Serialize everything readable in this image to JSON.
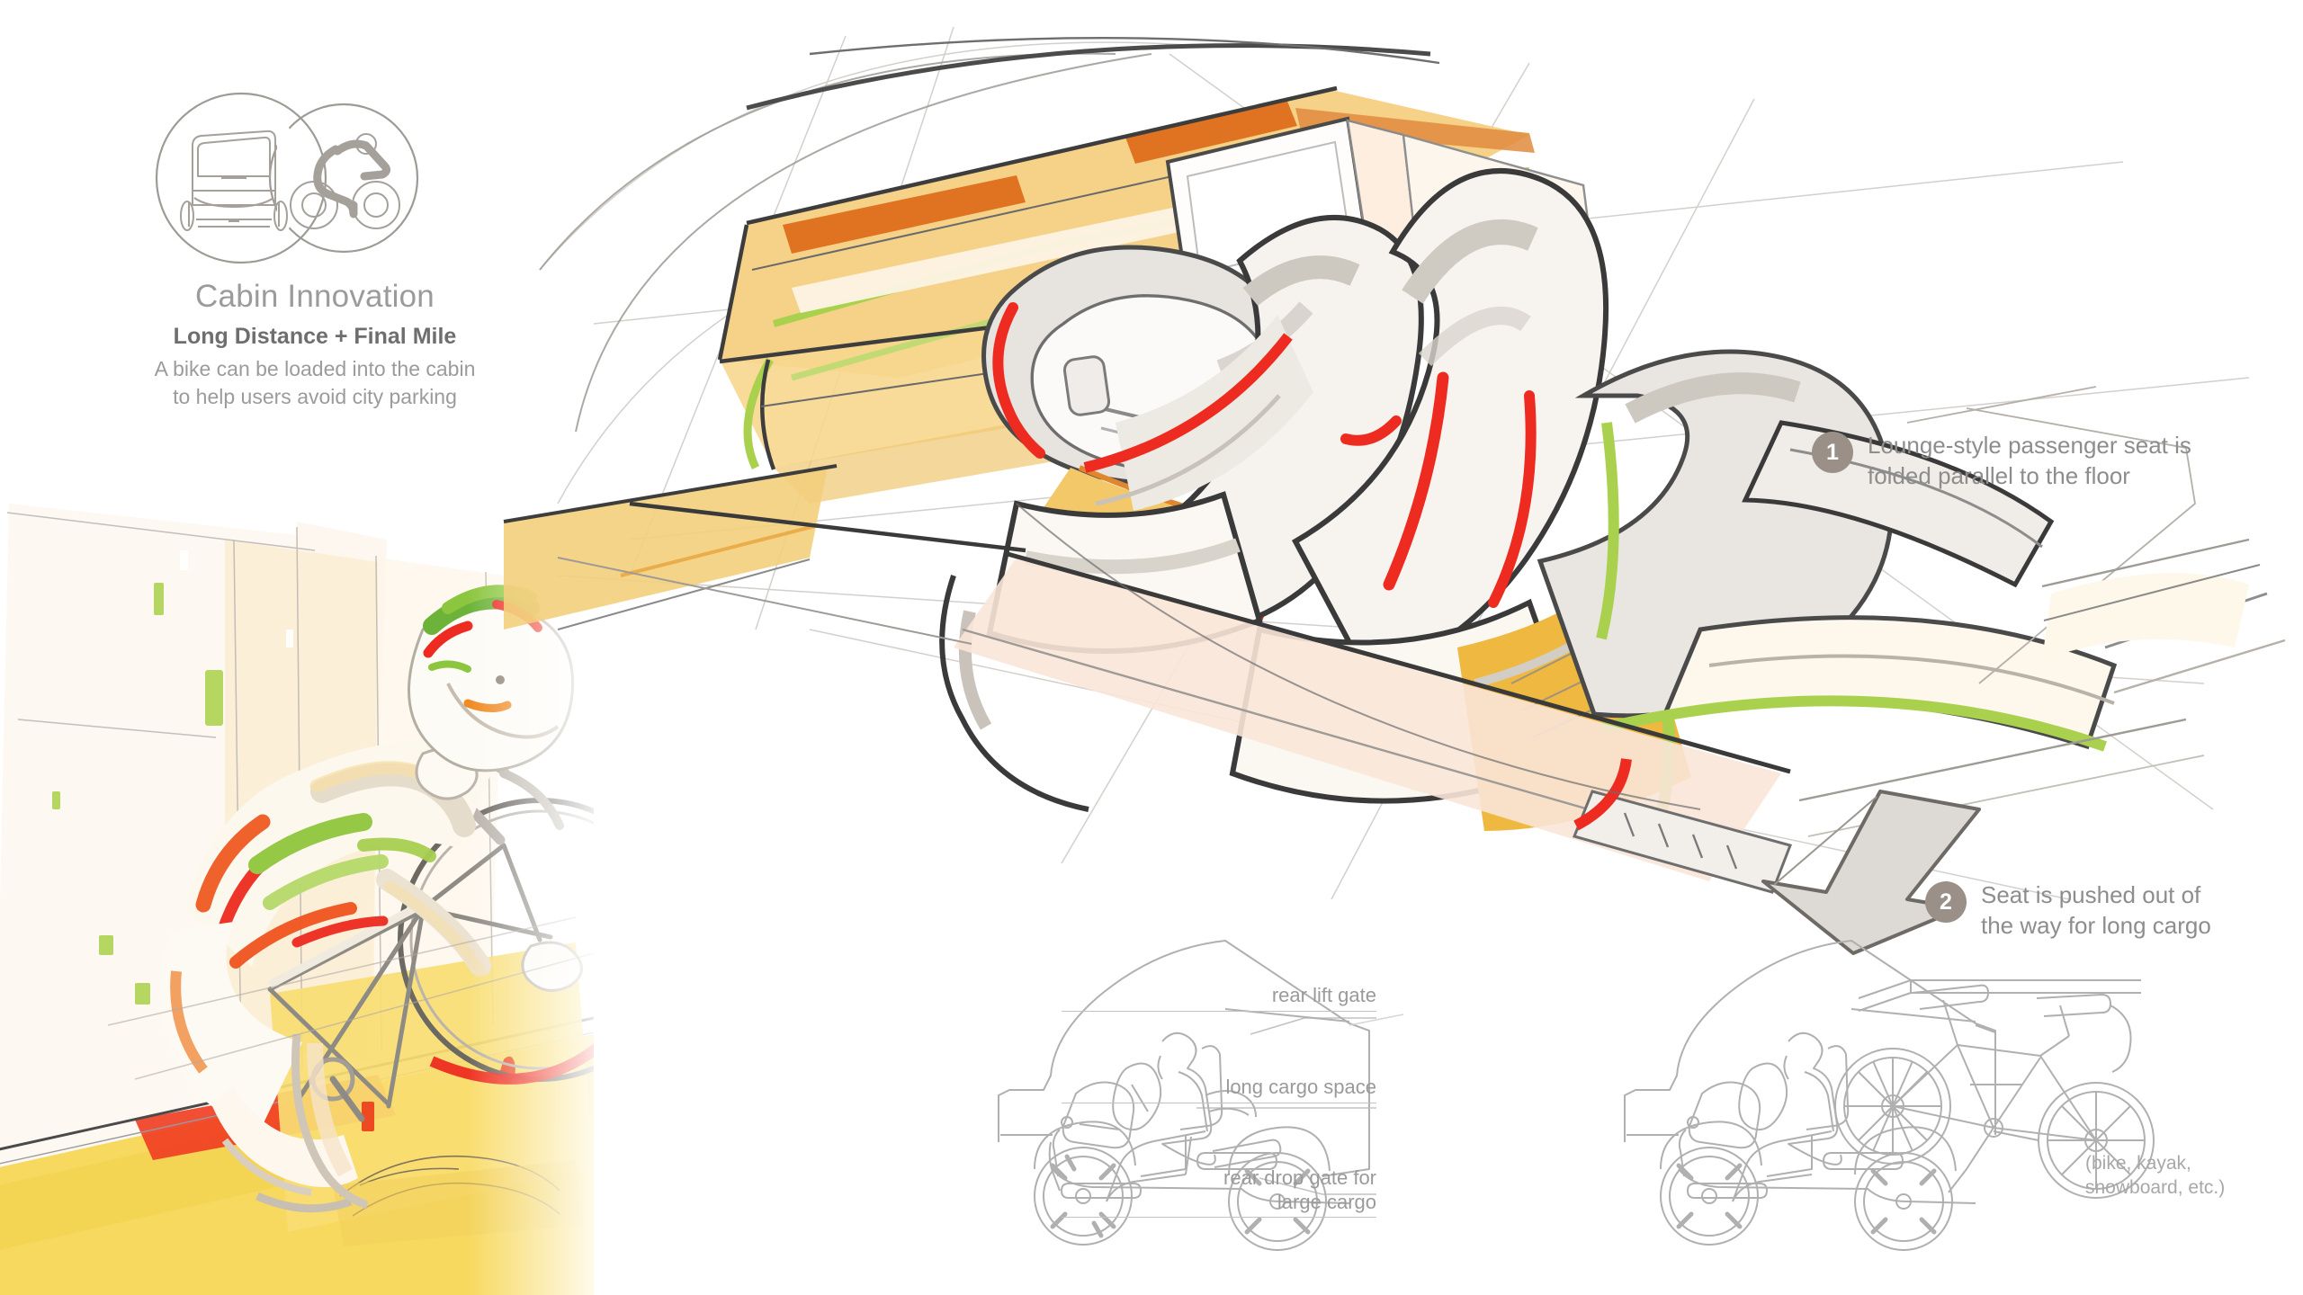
{
  "board": {
    "background": "#ffffff",
    "palette": {
      "amber": "#f3c969",
      "amber_deep": "#efb73c",
      "orange": "#e4721f",
      "red": "#ee2b20",
      "green": "#a9d14d",
      "peach": "#fae6d7",
      "cream": "#fdf6e3",
      "grey_line": "#7d7d7d",
      "grey_fill": "#d9d6d2",
      "ink": "#3a3a3a",
      "badge": "#9b9088",
      "text_muted": "#9b9b9b",
      "text_dark": "#6e6e6e"
    }
  },
  "header": {
    "icon_left": "minivan-front-icon",
    "icon_right": "cyclist-icon",
    "title": "Cabin Innovation",
    "subtitle": "Long Distance + Final Mile",
    "body_line1": "A bike can be loaded into the cabin",
    "body_line2": "to help users avoid city parking"
  },
  "callouts": [
    {
      "number": "1",
      "text": "Lounge-style passenger seat is\nfolded parallel to the floor"
    },
    {
      "number": "2",
      "text": "Seat is pushed out of\nthe way for long cargo"
    }
  ],
  "diagram_labels": [
    {
      "text": "rear lift gate"
    },
    {
      "text": "long cargo space"
    },
    {
      "text": "rear drop gate for\nlarge cargo"
    }
  ],
  "cargo_caption": "(bike, kayak,\nsnowboard, etc.)",
  "illustrations": {
    "cyclist_scene": "cyclist-on-bike-illustration",
    "interior_sketch": "vehicle-interior-sketch",
    "side_view_empty": "vehicle-side-view-diagram",
    "side_view_loaded": "vehicle-side-view-with-bike-diagram",
    "push_arrow": "seat-push-arrow"
  }
}
